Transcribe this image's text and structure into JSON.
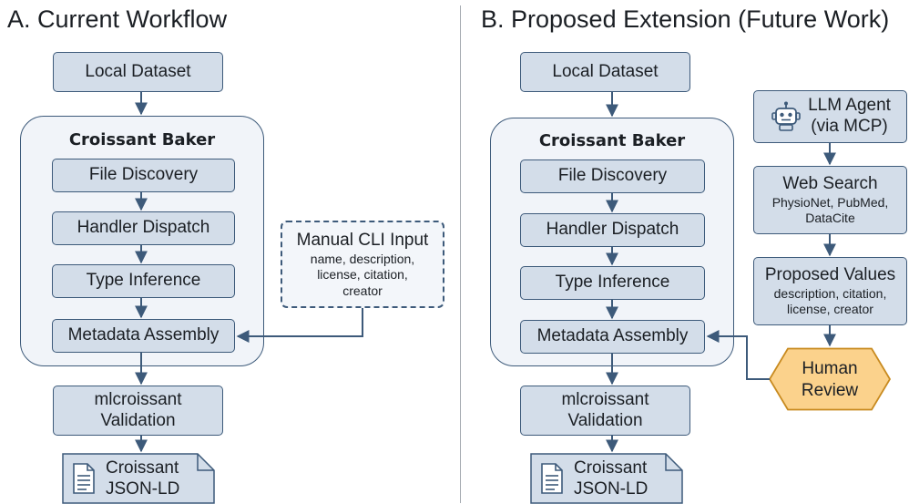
{
  "panel_a": {
    "title": "A. Current Workflow",
    "local_dataset": "Local Dataset",
    "group_title": "Croissant Baker",
    "steps": [
      "File Discovery",
      "Handler Dispatch",
      "Type Inference",
      "Metadata Assembly"
    ],
    "validation": {
      "line1": "mlcroissant",
      "line2": "Validation"
    },
    "manual_input": {
      "title": "Manual CLI Input",
      "fields_line1": "name, description,",
      "fields_line2": "license, citation,",
      "fields_line3": "creator"
    },
    "output": {
      "line1": "Croissant",
      "line2": "JSON-LD"
    }
  },
  "panel_b": {
    "title": "B. Proposed Extension (Future Work)",
    "local_dataset": "Local Dataset",
    "group_title": "Croissant Baker",
    "steps": [
      "File Discovery",
      "Handler Dispatch",
      "Type Inference",
      "Metadata Assembly"
    ],
    "validation": {
      "line1": "mlcroissant",
      "line2": "Validation"
    },
    "llm_agent": {
      "line1": "LLM Agent",
      "line2": "(via MCP)"
    },
    "web_search": {
      "title": "Web Search",
      "sources_line1": "PhysioNet, PubMed,",
      "sources_line2": "DataCite"
    },
    "proposed_values": {
      "title": "Proposed Values",
      "fields_line1": "description, citation,",
      "fields_line2": "license, creator"
    },
    "human_review": {
      "line1": "Human",
      "line2": "Review"
    },
    "output": {
      "line1": "Croissant",
      "line2": "JSON-LD"
    }
  },
  "icons": {
    "document": "document-icon",
    "robot": "robot-icon"
  },
  "colors": {
    "box_fill": "#d3dde9",
    "box_stroke": "#3d5a7a",
    "group_fill": "#f1f4f9",
    "review_fill": "#fbd28c",
    "review_stroke": "#c88a1f",
    "arrow": "#3d5a7a"
  }
}
